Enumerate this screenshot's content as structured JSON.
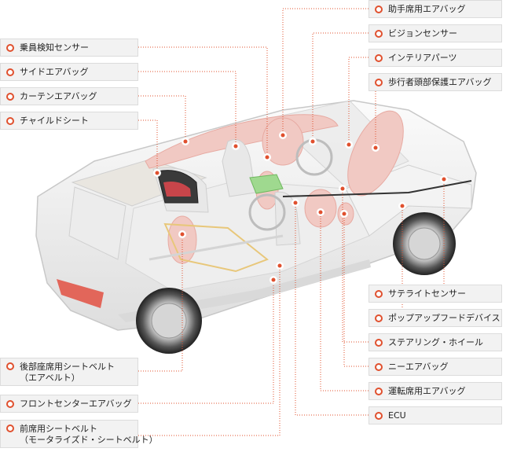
{
  "left_labels": [
    {
      "id": "occupant-sensor",
      "text": "乗員検知センサー"
    },
    {
      "id": "side-airbag",
      "text": "サイドエアバッグ"
    },
    {
      "id": "curtain-airbag",
      "text": "カーテンエアバッグ"
    },
    {
      "id": "child-seat",
      "text": "チャイルドシート"
    },
    {
      "id": "rear-seatbelt",
      "text": "後部座席用シートベルト",
      "text2": "（エアベルト）"
    },
    {
      "id": "front-center-airbag",
      "text": "フロントセンターエアバッグ"
    },
    {
      "id": "front-seatbelt",
      "text": "前席用シートベルト",
      "text2": "（モータライズド・シートベルト）"
    }
  ],
  "right_labels": [
    {
      "id": "passenger-airbag",
      "text": "助手席用エアバッグ"
    },
    {
      "id": "vision-sensor",
      "text": "ビジョンセンサー"
    },
    {
      "id": "interior-parts",
      "text": "インテリアパーツ"
    },
    {
      "id": "pedestrian-airbag",
      "text": "歩行者頭部保護エアバッグ"
    },
    {
      "id": "satellite-sensor",
      "text": "サテライトセンサー"
    },
    {
      "id": "pop-up-hood",
      "text": "ポップアップフードデバイス"
    },
    {
      "id": "steering-wheel",
      "text": "ステアリング・ホイール"
    },
    {
      "id": "knee-airbag",
      "text": "ニーエアバッグ"
    },
    {
      "id": "driver-airbag",
      "text": "運転席用エアバッグ"
    },
    {
      "id": "ecu",
      "text": "ECU"
    }
  ],
  "colors": {
    "accent": "#e0502e",
    "label_bg": "#f2f2f2",
    "airbag": "#f1c9c3",
    "car_body": "#f4f4f4"
  }
}
